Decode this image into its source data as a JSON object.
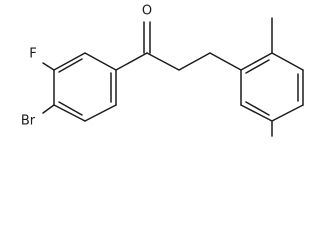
{
  "molecule": {
    "atoms": {
      "oxygen": "O",
      "fluorine": "F",
      "bromine": "Br"
    }
  }
}
